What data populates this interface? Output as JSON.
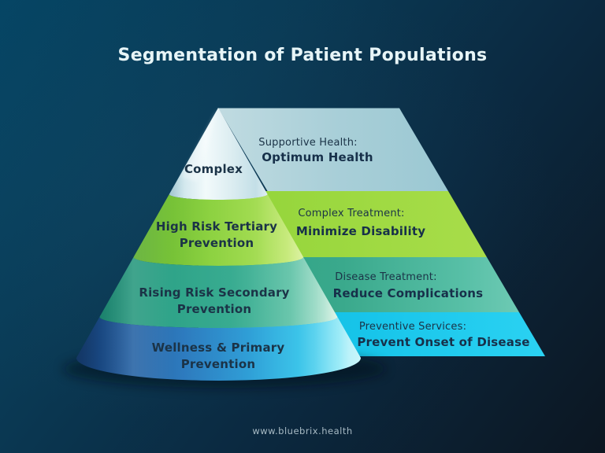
{
  "title": {
    "text": "Segmentation of Patient Populations",
    "color": "#e7f5f7"
  },
  "background": {
    "top_left_color": "#054564",
    "bottom_right_color": "#0c1621"
  },
  "label_text_color": "#1b3347",
  "pyramid": {
    "type": "segmented-cone-infographic",
    "levels": [
      {
        "name": "complex",
        "cone_line1": "Complex",
        "cone_line2": "",
        "flat_line1": "Supportive Health:",
        "flat_line2": "Optimum Health",
        "cone_color": "#dcedf1",
        "flat_color": "#a9cfd8"
      },
      {
        "name": "high-risk-tertiary",
        "cone_line1": "High Risk Tertiary",
        "cone_line2": "Prevention",
        "flat_line1": "Complex Treatment:",
        "flat_line2": "Minimize Disability",
        "cone_color": "#8bd13e",
        "flat_color": "#9ad83e"
      },
      {
        "name": "rising-risk-secondary",
        "cone_line1": "Rising Risk Secondary",
        "cone_line2": "Prevention",
        "flat_line1": "Disease Treatment:",
        "flat_line2": "Reduce Complications",
        "cone_color": "#37ab90",
        "flat_color": "#3aa98c"
      },
      {
        "name": "wellness-primary",
        "cone_line1": "Wellness & Primary",
        "cone_line2": "Prevention",
        "flat_line1": "Preventive Services:",
        "flat_line2": "Prevent Onset of Disease",
        "cone_color": "#2878bd",
        "flat_color": "#18c5ea"
      }
    ]
  },
  "footer": {
    "url": "www.bluebrix.health"
  }
}
